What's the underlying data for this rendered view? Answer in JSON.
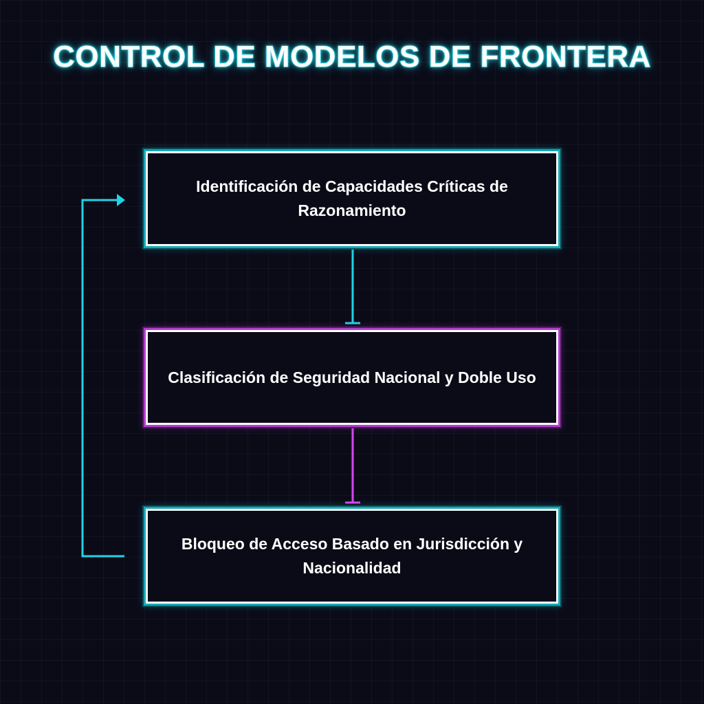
{
  "title": "CONTROL DE MODELOS DE FRONTERA",
  "nodes": [
    {
      "label": "Identificación de Capacidades Críticas de Razonamiento"
    },
    {
      "label": "Clasificación de Seguridad Nacional y Doble Uso"
    },
    {
      "label": "Bloqueo de Acceso Basado en Jurisdicción y Nacionalidad"
    }
  ],
  "colors": {
    "background": "#0b0b18",
    "cyan_accent": "#22d3e6",
    "magenta_accent": "#d946ef",
    "box_border": "#ffffff",
    "text": "#ffffff"
  }
}
